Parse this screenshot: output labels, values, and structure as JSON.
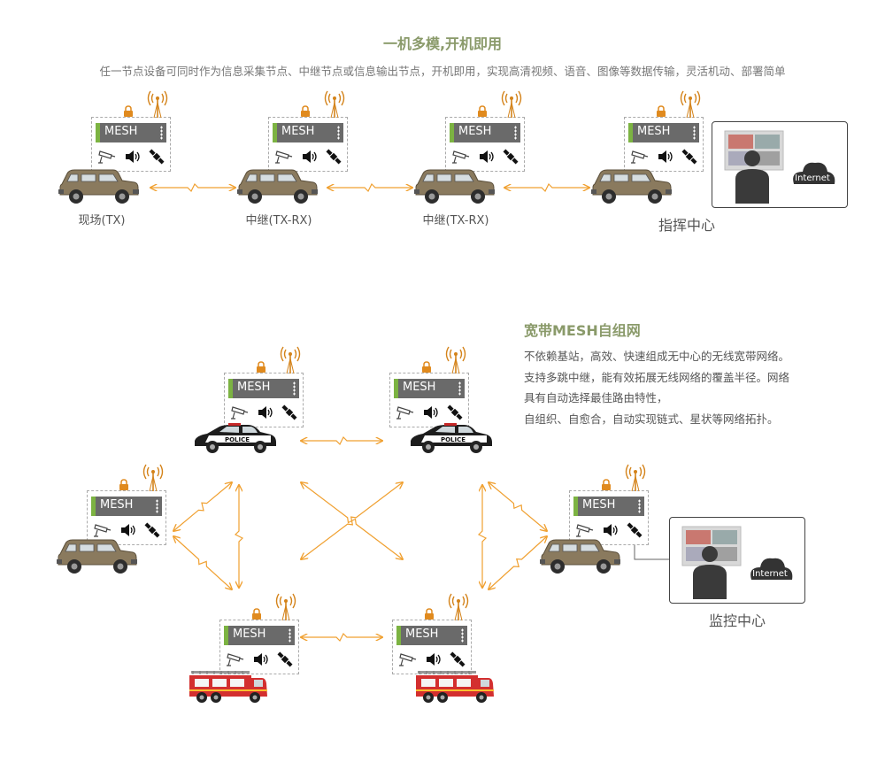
{
  "section1": {
    "title": "一机多模,开机即用",
    "subtitle": "任一节点设备可同时作为信息采集节点、中继节点或信息输出节点，开机即用，实现高清视频、语音、图像等数据传输，灵活机动、部署简单",
    "node_labels": [
      "现场(TX)",
      "中继(TX-RX)",
      "中继(TX-RX)"
    ],
    "center_label": "指挥中心"
  },
  "section2": {
    "title": "宽带MESH自组网",
    "description": [
      "不依赖基站，高效、快速组成无中心的无线宽带网络。",
      "支持多跳中继，能有效拓展无线网络的覆盖半径。网络",
      "具有自动选择最佳路由特性，",
      "自组织、自愈合，自动实现链式、星状等网络拓扑。"
    ],
    "center_label": "监控中心"
  },
  "device": {
    "label": "MESH",
    "icons": [
      "camera-icon",
      "speaker-icon",
      "satellite-icon",
      "lock-icon",
      "antenna-icon"
    ]
  },
  "cloud_label": "Internet",
  "police_text": "POLICE",
  "colors": {
    "accent_green": "#7cb342",
    "title_green": "#8a9a6a",
    "link_orange": "#f0a030",
    "device_gray": "#6a6a6a"
  }
}
